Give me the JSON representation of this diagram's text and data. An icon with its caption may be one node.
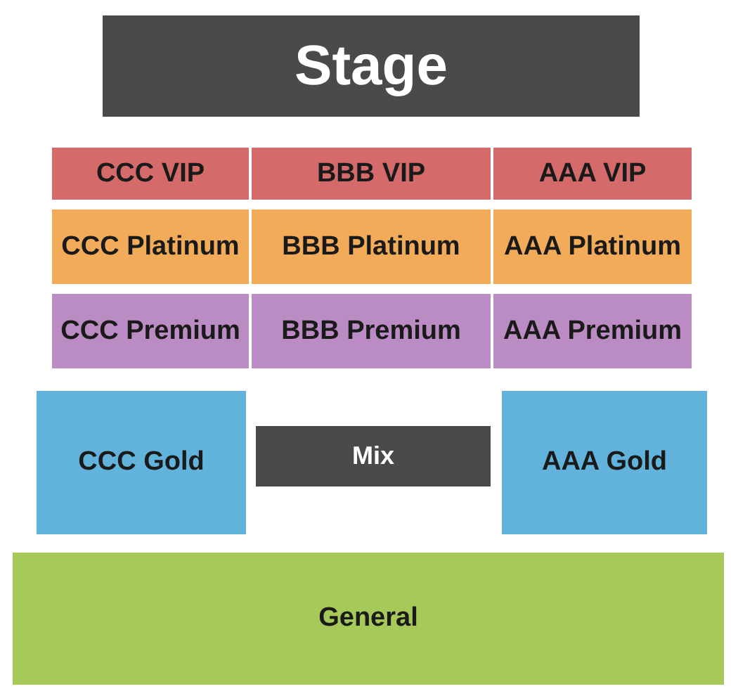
{
  "diagram": {
    "nodes": [
      {
        "text": [
          "Stage"
        ]
      },
      {
        "text": [
          "CCC VIP"
        ]
      },
      {
        "text": [
          "BBB VIP"
        ]
      },
      {
        "text": [
          "AAA VIP"
        ]
      },
      {
        "text": [
          "CCC Platinum"
        ]
      },
      {
        "text": [
          "BBB Platinum"
        ]
      },
      {
        "text": [
          "AAA Platinum"
        ]
      },
      {
        "text": [
          "CCC Premium"
        ]
      },
      {
        "text": [
          "BBB Premium"
        ]
      },
      {
        "text": [
          "AAA Premium"
        ]
      },
      {
        "text": [
          "CCC Gold"
        ]
      },
      {
        "text": [
          "Mix"
        ]
      },
      {
        "text": [
          "AAA Gold"
        ]
      },
      {
        "text": [
          "General"
        ]
      }
    ]
  }
}
